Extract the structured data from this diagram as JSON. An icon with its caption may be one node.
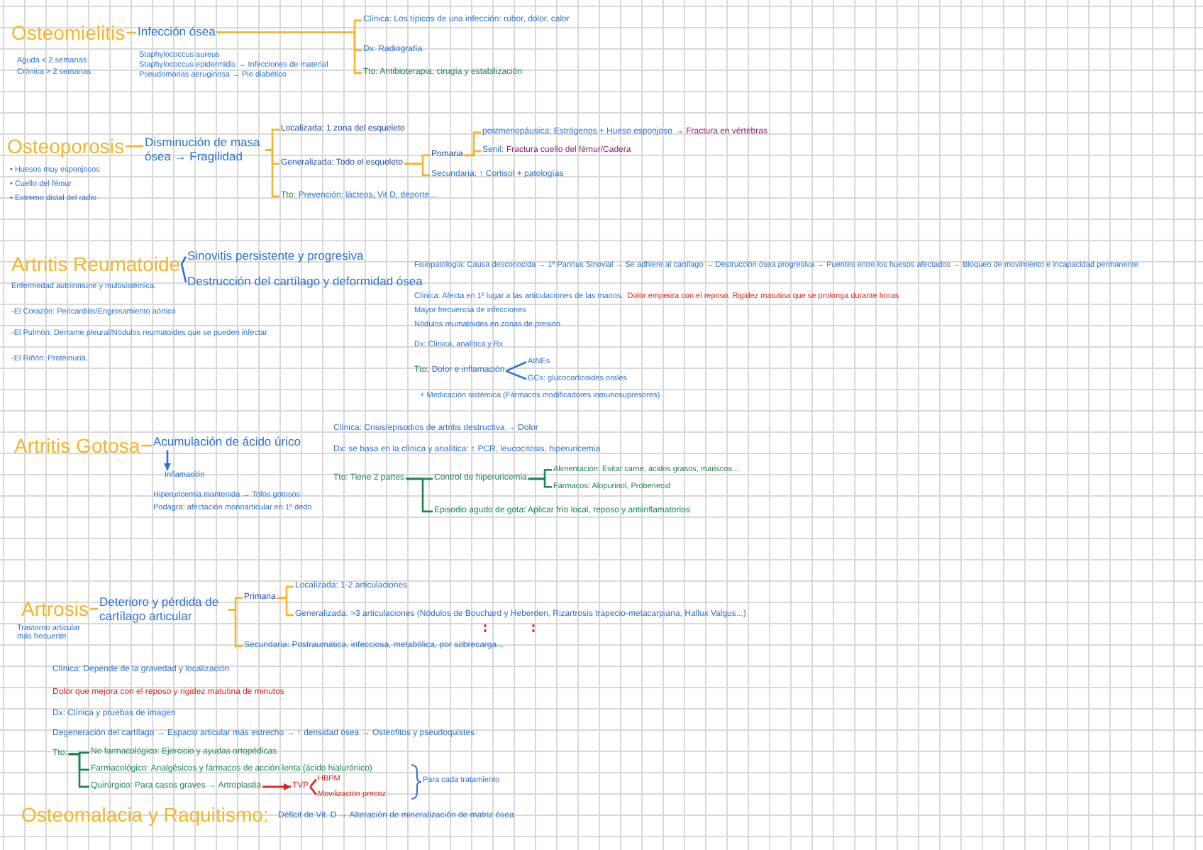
{
  "diagram": {
    "nodes": [
      {
        "text": [
          "Osteomielitis"
        ]
      },
      {
        "text": [
          "Infección ósea"
        ]
      },
      {
        "text": [
          "Clínica: Los típicos de una infección: rubor, dolor, calor"
        ]
      },
      {
        "text": [
          "Dx: Radiografía"
        ]
      },
      {
        "text": [
          "Tto: Antibioterapia, cirugía y estabilización"
        ]
      },
      {
        "text": [
          "Osteoporosis"
        ]
      },
      {
        "text": [
          "Disminución de masa ósea → Fragilidad"
        ]
      },
      {
        "text": [
          "Localizada: 1 zona del esqueleto"
        ]
      },
      {
        "text": [
          "Generalizada: Todo el esqueleto"
        ]
      },
      {
        "text": [
          "Tto:",
          "Prevención: lácteos, Vit D, deporte..."
        ]
      },
      {
        "text": [
          "Primaria"
        ]
      },
      {
        "text": [
          "Secundaria: ↑ Cortisol + patologías"
        ]
      },
      {
        "text": [
          "postmenopáusica: Estrógenos + Hueso esponjoso",
          "→ Fractura en vértebras"
        ]
      },
      {
        "text": [
          "Senil:",
          "Fractura cuello del fémur/Cadera"
        ]
      },
      {
        "text": [
          "Artritis Reumatoide"
        ]
      },
      {
        "text": [
          "Sinovitis persistente y progresiva"
        ]
      },
      {
        "text": [
          "Destrucción del cartílago y deformidad ósea"
        ]
      },
      {
        "text": [
          "Tto:",
          "Dolor e inflamación"
        ]
      },
      {
        "text": [
          "AINEs"
        ]
      },
      {
        "text": [
          "GCs: glucocorticoides orales"
        ]
      },
      {
        "text": [
          "Artritis Gotosa"
        ]
      },
      {
        "text": [
          "Acumulación de ácido úrico"
        ]
      },
      {
        "text": [
          "Inflamación"
        ]
      },
      {
        "text": [
          "Tto: Tiene 2 partes"
        ]
      },
      {
        "text": [
          "Control de hiperuricemia"
        ]
      },
      {
        "text": [
          "Episodio agudo de gota: Aplicar frío local, reposo y antiinflamatorios"
        ]
      },
      {
        "text": [
          "Alimentación: Evitar carne, ácidos grasos, mariscos..."
        ]
      },
      {
        "text": [
          "Fármacos: Alopurinol, Probenecid"
        ]
      },
      {
        "text": [
          "Artrosis"
        ]
      },
      {
        "text": [
          "Deterioro y pérdida de cartílago articular"
        ]
      },
      {
        "text": [
          "Primaria"
        ]
      },
      {
        "text": [
          "Secundaria: Postraumática, infecciosa, metabólica, por sobrecarga..."
        ]
      },
      {
        "text": [
          "Localizada: 1-2 articulaciones"
        ]
      },
      {
        "text": [
          "Generalizada: >3 articulaciones (Nódulos de Bouchard y Heberden, Rizartrosis trapecio-metacarpiana, Hallux Valgus...)"
        ]
      },
      {
        "text": [
          "Tto:"
        ]
      },
      {
        "text": [
          "No farmacológico: Ejercicio y ayudas ortopédicas"
        ]
      },
      {
        "text": [
          "Farmacológico: Analgésicos y fármacos de acción lenta (ácido hialurónico)"
        ]
      },
      {
        "text": [
          "Quirúrgico: Para casos graves → Artroplastia"
        ]
      },
      {
        "text": [
          "TVP"
        ]
      },
      {
        "text": [
          "HBPM"
        ]
      },
      {
        "text": [
          "Movilización precoz"
        ]
      }
    ],
    "edges": [
      {
        "from": 0,
        "to": 1,
        "arrow": "none"
      },
      {
        "from": 1,
        "to": 2,
        "arrow": "none"
      },
      {
        "from": 1,
        "to": 3,
        "arrow": "none"
      },
      {
        "from": 1,
        "to": 4,
        "arrow": "none"
      },
      {
        "from": 5,
        "to": 6,
        "arrow": "none"
      },
      {
        "from": 6,
        "to": 7,
        "arrow": "none"
      },
      {
        "from": 6,
        "to": 8,
        "arrow": "none"
      },
      {
        "from": 6,
        "to": 9,
        "arrow": "none"
      },
      {
        "from": 8,
        "to": 10,
        "arrow": "none"
      },
      {
        "from": 8,
        "to": 11,
        "arrow": "none"
      },
      {
        "from": 10,
        "to": 12,
        "arrow": "none"
      },
      {
        "from": 10,
        "to": 13,
        "arrow": "none"
      },
      {
        "from": 14,
        "to": 15,
        "arrow": "none",
        "color": "#2a73d4"
      },
      {
        "from": 14,
        "to": 16,
        "arrow": "none",
        "color": "#2a73d4"
      },
      {
        "from": 17,
        "to": 18,
        "arrow": "none",
        "color": "#2a73d4"
      },
      {
        "from": 17,
        "to": 19,
        "arrow": "none",
        "color": "#2a73d4"
      },
      {
        "from": 20,
        "to": 21,
        "arrow": "none"
      },
      {
        "from": 21,
        "to": 22,
        "arrow": "to",
        "color": "#2a73d4"
      },
      {
        "from": 23,
        "to": 24,
        "arrow": "none",
        "color": "#1b874a"
      },
      {
        "from": 23,
        "to": 25,
        "arrow": "none",
        "color": "#1b874a"
      },
      {
        "from": 24,
        "to": 26,
        "arrow": "none",
        "color": "#1b874a"
      },
      {
        "from": 24,
        "to": 27,
        "arrow": "none",
        "color": "#1b874a"
      },
      {
        "from": 28,
        "to": 29,
        "arrow": "none"
      },
      {
        "from": 29,
        "to": 30,
        "arrow": "none"
      },
      {
        "from": 29,
        "to": 31,
        "arrow": "none"
      },
      {
        "from": 30,
        "to": 32,
        "arrow": "none"
      },
      {
        "from": 30,
        "to": 33,
        "arrow": "none"
      },
      {
        "from": 34,
        "to": 35,
        "arrow": "none",
        "color": "#1b874a"
      },
      {
        "from": 34,
        "to": 36,
        "arrow": "none",
        "color": "#1b874a"
      },
      {
        "from": 34,
        "to": 37,
        "arrow": "none",
        "color": "#1b874a"
      },
      {
        "from": 38,
        "to": 39,
        "arrow": "none",
        "color": "#e2231a"
      },
      {
        "from": 38,
        "to": 40,
        "arrow": "none",
        "color": "#e2231a"
      },
      {
        "from": 37,
        "to": 38,
        "arrow": "to",
        "color": "#e2231a"
      }
    ],
    "labels": [
      "Aguda < 2 semanas",
      "Crónica > 2 semanas",
      "Staphylococcus aureus",
      "Staphylococcus epidermidis → Infecciones de material",
      "Pseudomonas aeruginosa → Pie diabético",
      "• Huesos muy esponjosos",
      "• Cuello del fémur",
      "• Extremo distal del radio",
      "Enfermedad autoinmune y multisistémica.",
      "-El Corazón: Pericarditis/Engrosamiento aórtico",
      "-El Pulmón: Derrame pleural/Nódulos reumatoides que se pueden infectar",
      "-El Riñón: Proteinuria.",
      "Fisiopatología: Causa desconocida → 1º Pannus Sinovial → Se adhiere al cartílago → Destrucción ósea progresiva → Puentes entre los huesos afectados → Bloqueo de movimiento e incapacidad permanente",
      "Clínica: Afecta en 1º lugar a las articulaciones de las manos.",
      "Dolor empeora con el reposo. Rigidez matutina que se prolonga durante horas",
      "Mayor frecuencia de infecciones",
      "Nódulos reumatoides en zonas de presión",
      "Dx: Clínica, analítica y Rx",
      "+ Medicación sistémica (Fármacos modificadores inmunosupresores)",
      "Clínica: Crisis/episodios de artritis destructiva → Dolor",
      "Dx: se basa en la clínica y analítica: ↑ PCR, leucocitosis, hiperuricemia",
      "Hiperuricemia mantenida → Tofos gotosos",
      "Podagra: afectación monoarticular en 1º dedo",
      "Trastorno articular más frecuente",
      "Clínica: Depende de la gravedad y localización",
      "Dolor que mejora con el reposo y rigidez matutina de minutos",
      "Dx: Clínica y pruebas de imagen",
      "Degeneración del cartílago → Espacio articular más estrecho → ↑ densidad ósea → Osteofitos y pseudoquistes",
      "Para cada tratamiento",
      "Osteomalacia y Raquitismo:",
      "Déficit de Vit. D → Alteración de mineralización de matriz ósea"
    ]
  }
}
